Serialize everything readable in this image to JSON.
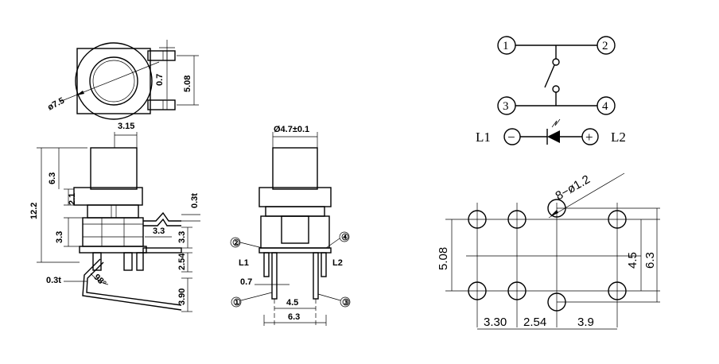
{
  "top_view": {
    "diameter": "ø7.5",
    "pin_width": "0.7",
    "height": "5.08"
  },
  "side_view": {
    "cap_width": "3.15",
    "total_height": "12.2",
    "cap_height": "6.3",
    "collar": "2.1",
    "body_height": "3.3",
    "lead_offset": "3.3",
    "lead_thickness": "0.3t",
    "lead_thickness_low": "0.3t",
    "body_right": "3.3",
    "pitch": "2.54",
    "lead_length": "3.90",
    "bend_angle": "98°"
  },
  "front_view": {
    "cap_diameter": "Ø4.7±0.1",
    "pin_marks": [
      "②",
      "④",
      "①",
      "③"
    ],
    "led_left": "L1",
    "led_right": "L2",
    "pin_width": "0.7",
    "inner_spacing": "4.5",
    "outer_spacing": "6.3"
  },
  "schematic": {
    "pins": [
      "1",
      "2",
      "3",
      "4"
    ],
    "led_left": "L1",
    "led_right": "L2",
    "minus": "−",
    "plus": "+"
  },
  "pcb": {
    "holes": "8−ø1.2",
    "height_left": "5.08",
    "height_inner": "4.5",
    "height_outer": "6.3",
    "x1": "3.30",
    "x2": "2.54",
    "x3": "3.9"
  }
}
